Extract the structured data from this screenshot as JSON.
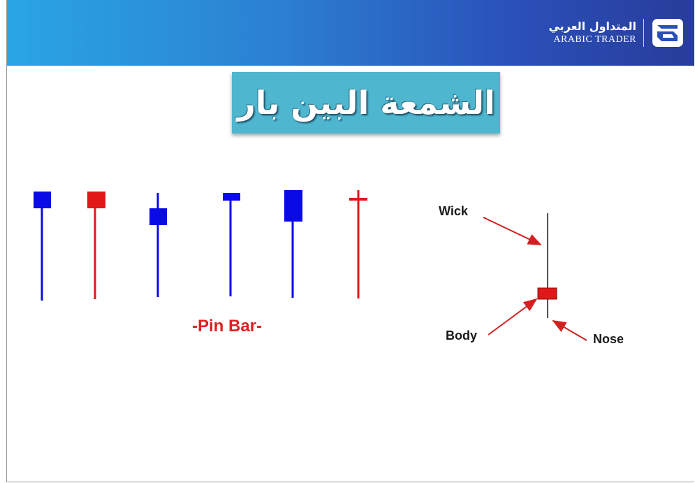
{
  "header": {
    "logo_arabic": "المتداول العربي",
    "logo_english": "ARABIC TRADER",
    "band_colors": [
      "#2aa6e4",
      "#283c9a"
    ]
  },
  "title": {
    "text": "الشمعة البين بار",
    "background": "#4fb6cf"
  },
  "candles": {
    "caption": "-Pin Bar-",
    "items": [
      {
        "color": "#0a0ae6"
      },
      {
        "color": "#e01818"
      },
      {
        "color": "#0a0ae6"
      },
      {
        "color": "#0a0ae6"
      },
      {
        "color": "#0a0ae6"
      },
      {
        "color": "#e01818"
      }
    ]
  },
  "diagram": {
    "wick_label": "Wick",
    "body_label": "Body",
    "nose_label": "Nose",
    "body_color": "#e01818",
    "arrow_color": "#d42020"
  }
}
